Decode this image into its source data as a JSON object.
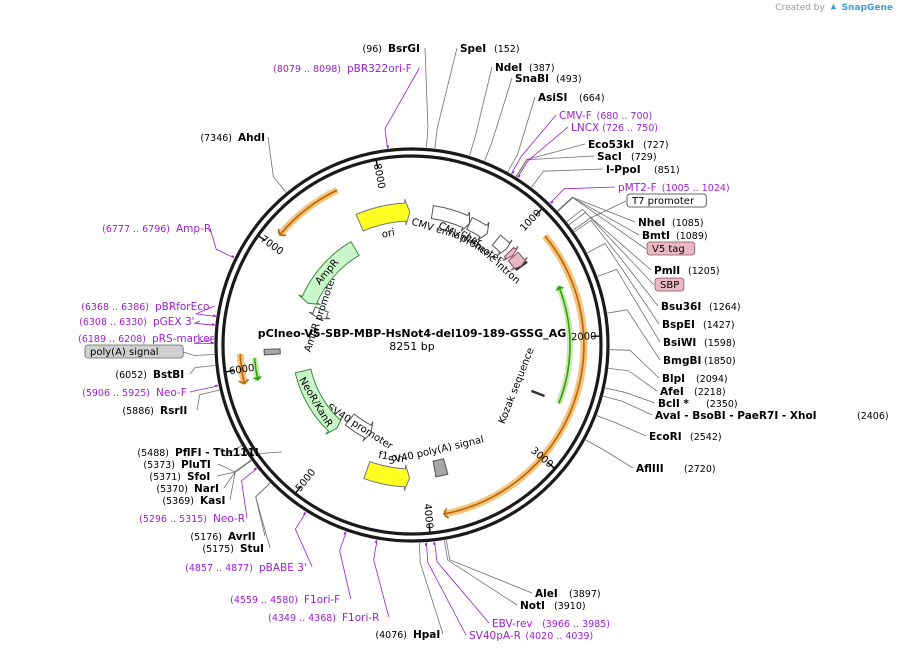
{
  "credit": {
    "prefix": "Created by",
    "brand": "SnapGene",
    "mark_color": "#3f9fd8"
  },
  "plasmid": {
    "name": "pCIneo-V5-SBP-MBP-HsNot4-del109-189-GSSG_AG",
    "length_label": "8251 bp",
    "length": 8251
  },
  "colors": {
    "backbone": "#1a1a1a",
    "enzyme": "#000000",
    "enzyme_coord": "#000000",
    "primer": "#9b1fd1",
    "leader_enzyme": "#707070",
    "orf_halo": "#f3c47a",
    "orf_arrow": "#b8660a",
    "green_arrow": "#2fa30a",
    "ori": "#ffff22",
    "selection": "#c9f7c9",
    "promoter_fill": "#ffffff",
    "polyA_fill": "#a6a6a6",
    "tag_fill": "#e8b9c4",
    "feature_tag_bg": "#d0d0d0"
  },
  "ticks": [
    {
      "pos": 1000,
      "label": "1000"
    },
    {
      "pos": 2000,
      "label": "2000"
    },
    {
      "pos": 3000,
      "label": "3000"
    },
    {
      "pos": 4000,
      "label": "4000"
    },
    {
      "pos": 5000,
      "label": "5000"
    },
    {
      "pos": 6000,
      "label": "6000"
    },
    {
      "pos": 7000,
      "label": "7000"
    },
    {
      "pos": 8000,
      "label": "8000"
    }
  ],
  "features": [
    {
      "name": "CMV enhancer",
      "start": 200,
      "end": 580,
      "kind": "promoter",
      "label": "CMV enhancer"
    },
    {
      "name": "CMV promoter",
      "start": 580,
      "end": 780,
      "kind": "promoter",
      "label": "CMV promoter"
    },
    {
      "name": "T7 promoter",
      "start": 1240,
      "end": 1260,
      "kind": "small",
      "label": ""
    },
    {
      "name": "chimeric intron",
      "start": 890,
      "end": 1020,
      "kind": "intron",
      "label": "chimeric intron"
    },
    {
      "name": "V5 tag",
      "start": 1060,
      "end": 1110,
      "kind": "tag",
      "label": ""
    },
    {
      "name": "SBP",
      "start": 1120,
      "end": 1240,
      "kind": "tag",
      "label": ""
    },
    {
      "name": "Kozak sequence",
      "start": 2545,
      "end": 2560,
      "kind": "small",
      "label": "Kozak sequence"
    },
    {
      "name": "SV40 poly(A) signal",
      "start": 3770,
      "end": 3890,
      "kind": "polyA",
      "label": "SV40 poly(A) signal"
    },
    {
      "name": "f1 ori",
      "start": 4150,
      "end": 4580,
      "kind": "ori_rev",
      "label": "f1 ori"
    },
    {
      "name": "SV40 promoter",
      "start": 4700,
      "end": 5040,
      "kind": "promoter_rev",
      "label": "SV40 promoter"
    },
    {
      "name": "NeoR/KanR",
      "start": 5090,
      "end": 5880,
      "kind": "selection_rev",
      "label": "NeoR/KanR"
    },
    {
      "name": "poly(A) signal",
      "start": 6100,
      "end": 6150,
      "kind": "polyA",
      "label": ""
    },
    {
      "name": "AmpR promoter",
      "start": 6550,
      "end": 6680,
      "kind": "promoter_rev",
      "label": "AmpR promoter"
    },
    {
      "name": "AmpR",
      "start": 6690,
      "end": 7550,
      "kind": "selection_rev",
      "label": "AmpR"
    },
    {
      "name": "ori",
      "start": 7720,
      "end": 8230,
      "kind": "ori_rev",
      "label": "ori"
    }
  ],
  "inner_arcs": [
    {
      "start": 1160,
      "end": 3880,
      "kind": "orf_outer",
      "dir": "cw"
    },
    {
      "start": 1560,
      "end": 2560,
      "kind": "green_inner",
      "dir": "ccw"
    },
    {
      "start": 5890,
      "end": 6120,
      "kind": "orf_outer",
      "dir": "ccw"
    },
    {
      "start": 5890,
      "end": 6080,
      "kind": "green_inner",
      "dir": "ccw"
    },
    {
      "start": 7100,
      "end": 7660,
      "kind": "orf_outer",
      "dir": "ccw"
    }
  ],
  "enzymes": [
    {
      "name": "BsrGI",
      "coord": "(96)",
      "pos": 96,
      "coord_first": true
    },
    {
      "name": "SpeI",
      "coord": "(152)",
      "pos": 152,
      "coord_first": false
    },
    {
      "name": "NdeI",
      "coord": "(387)",
      "pos": 387,
      "coord_first": false
    },
    {
      "name": "SnaBI",
      "coord": "(493)",
      "pos": 493,
      "coord_first": false
    },
    {
      "name": "AsiSI",
      "coord": "(664)",
      "pos": 664,
      "coord_first": false
    },
    {
      "name": "Eco53kI",
      "coord": "(727)",
      "pos": 727,
      "coord_first": false
    },
    {
      "name": "SacI",
      "coord": "(729)",
      "pos": 729,
      "coord_first": false
    },
    {
      "name": "I-PpoI",
      "coord": "(851)",
      "pos": 851,
      "coord_first": false
    },
    {
      "name": "NheI",
      "coord": "(1085)",
      "pos": 1085,
      "coord_first": false
    },
    {
      "name": "BmtI",
      "coord": "(1089)",
      "pos": 1089,
      "coord_first": false
    },
    {
      "name": "PmlI",
      "coord": "(1205)",
      "pos": 1205,
      "coord_first": false
    },
    {
      "name": "Bsu36I",
      "coord": "(1264)",
      "pos": 1264,
      "coord_first": false
    },
    {
      "name": "BspEI",
      "coord": "(1427)",
      "pos": 1427,
      "coord_first": false
    },
    {
      "name": "BsiWI",
      "coord": "(1598)",
      "pos": 1598,
      "coord_first": false
    },
    {
      "name": "BmgBI",
      "coord": "(1850)",
      "pos": 1850,
      "coord_first": false
    },
    {
      "name": "BlpI",
      "coord": "(2094)",
      "pos": 2094,
      "coord_first": false
    },
    {
      "name": "AfeI",
      "coord": "(2218)",
      "pos": 2218,
      "coord_first": false
    },
    {
      "name": "BclI *",
      "coord": "(2350)",
      "pos": 2350,
      "coord_first": false
    },
    {
      "name": "AvaI - BsoBI - PaeR7I - XhoI",
      "coord": "(2406)",
      "pos": 2406,
      "coord_first": false
    },
    {
      "name": "EcoRI",
      "coord": "(2542)",
      "pos": 2542,
      "coord_first": false
    },
    {
      "name": "AflIII",
      "coord": "(2720)",
      "pos": 2720,
      "coord_first": false
    },
    {
      "name": "AleI",
      "coord": "(3897)",
      "pos": 3897,
      "coord_first": false
    },
    {
      "name": "NotI",
      "coord": "(3910)",
      "pos": 3910,
      "coord_first": false
    },
    {
      "name": "HpaI",
      "coord": "(4076)",
      "pos": 4076,
      "coord_first": true
    },
    {
      "name": "StuI",
      "coord": "(5175)",
      "pos": 5175,
      "coord_first": true
    },
    {
      "name": "AvrII",
      "coord": "(5176)",
      "pos": 5176,
      "coord_first": true
    },
    {
      "name": "KasI",
      "coord": "(5369)",
      "pos": 5369,
      "coord_first": true
    },
    {
      "name": "NarI",
      "coord": "(5370)",
      "pos": 5370,
      "coord_first": true
    },
    {
      "name": "SfoI",
      "coord": "(5371)",
      "pos": 5371,
      "coord_first": true
    },
    {
      "name": "PluTI",
      "coord": "(5373)",
      "pos": 5373,
      "coord_first": true
    },
    {
      "name": "PflFI - Tth111I",
      "coord": "(5488)",
      "pos": 5488,
      "coord_first": true
    },
    {
      "name": "RsrII",
      "coord": "(5886)",
      "pos": 5886,
      "coord_first": true
    },
    {
      "name": "BstBI",
      "coord": "(6052)",
      "pos": 6052,
      "coord_first": true
    },
    {
      "name": "AhdI",
      "coord": "(7346)",
      "pos": 7346,
      "coord_first": true
    }
  ],
  "primers": [
    {
      "name": "CMV-F",
      "coord": "(680 .. 700)",
      "pos": 690,
      "coord_first": false
    },
    {
      "name": "LNCX",
      "coord": "(726 .. 750)",
      "pos": 738,
      "coord_first": false
    },
    {
      "name": "pMT2-F",
      "coord": "(1005 .. 1024)",
      "pos": 1014,
      "coord_first": false
    },
    {
      "name": "EBV-rev",
      "coord": "(3966 .. 3985)",
      "pos": 3975,
      "coord_first": false
    },
    {
      "name": "SV40pA-R",
      "coord": "(4020 .. 4039)",
      "pos": 4030,
      "coord_first": false
    },
    {
      "name": "F1ori-R",
      "coord": "(4349 .. 4368)",
      "pos": 4358,
      "coord_first": true
    },
    {
      "name": "F1ori-F",
      "coord": "(4559 .. 4580)",
      "pos": 4570,
      "coord_first": true
    },
    {
      "name": "pBABE 3'",
      "coord": "(4857 .. 4877)",
      "pos": 4867,
      "coord_first": true
    },
    {
      "name": "Neo-R",
      "coord": "(5296 .. 5315)",
      "pos": 5305,
      "coord_first": true
    },
    {
      "name": "Neo-F",
      "coord": "(5906 .. 5925)",
      "pos": 5915,
      "coord_first": true
    },
    {
      "name": "pRS-marker",
      "coord": "(6189 .. 6208)",
      "pos": 6198,
      "coord_first": true
    },
    {
      "name": "pGEX 3'",
      "coord": "(6308 .. 6330)",
      "pos": 6319,
      "coord_first": true
    },
    {
      "name": "pBRforEco",
      "coord": "(6368 .. 6386)",
      "pos": 6377,
      "coord_first": true
    },
    {
      "name": "Amp-R",
      "coord": "(6777 .. 6796)",
      "pos": 6786,
      "coord_first": true
    },
    {
      "name": "pBR322ori-F",
      "coord": "(8079 .. 8098)",
      "pos": 8088,
      "coord_first": true
    }
  ],
  "feature_callouts": [
    {
      "name": "T7 promoter",
      "pos": 1250,
      "style": "box"
    },
    {
      "name": "V5 tag",
      "pos": 1085,
      "style": "tag"
    },
    {
      "name": "SBP",
      "pos": 1180,
      "style": "tag"
    },
    {
      "name": "poly(A) signal",
      "pos": 6125,
      "style": "grey"
    }
  ]
}
